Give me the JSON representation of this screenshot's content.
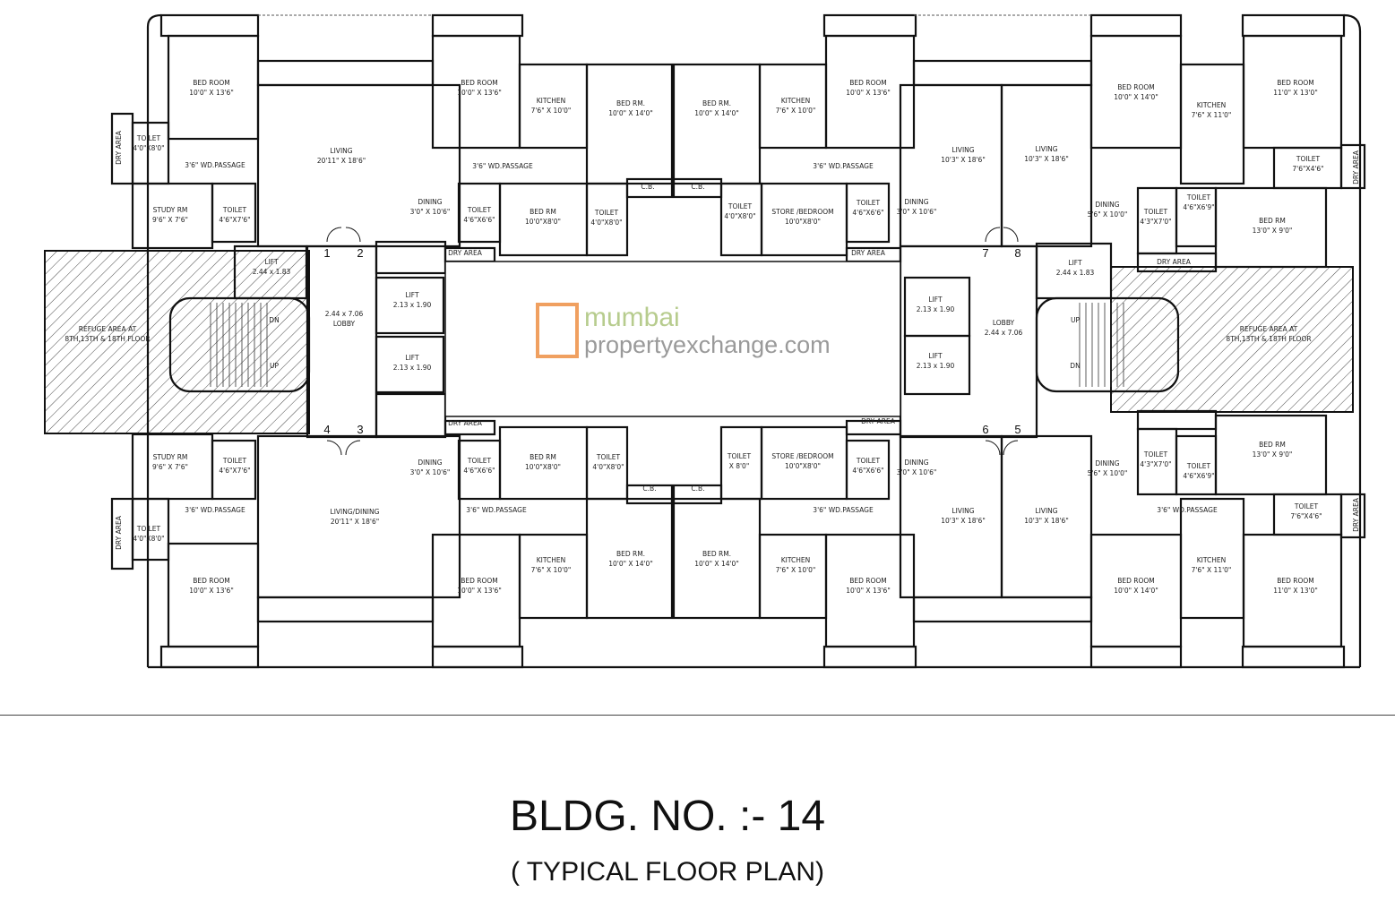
{
  "title": "BLDG. NO. :- 14",
  "subtitle": "( TYPICAL FLOOR PLAN)",
  "watermark": {
    "line1": "mumbai",
    "line2": "propertyexchange.com",
    "accent": "#f0a060"
  },
  "colors": {
    "walls": "#111111",
    "hatch": "#333333",
    "background": "#ffffff"
  },
  "core_numbers": [
    "1",
    "2",
    "3",
    "4",
    "5",
    "6",
    "7",
    "8"
  ],
  "stair_marks": {
    "up": "UP",
    "down": "DN"
  },
  "labels": [
    [
      "BED ROOM",
      "10'0\" X 13'6\""
    ],
    [
      "TOILET",
      "4'0\"X8'0\""
    ],
    [
      "DRY AREA",
      ""
    ],
    [
      "3'6\" WD.PASSAGE",
      ""
    ],
    [
      "LIVING",
      "20'11\" X 18'6\""
    ],
    [
      "STUDY RM",
      "9'6\" X 7'6\""
    ],
    [
      "TOILET",
      "4'6\"X7'6\""
    ],
    [
      "BED ROOM",
      "10'0\" X 13'6\""
    ],
    [
      "KITCHEN",
      "7'6\" X 10'0\""
    ],
    [
      "BED RM.",
      "10'0\" X 14'0\""
    ],
    [
      "3'6\" WD.PASSAGE",
      ""
    ],
    [
      "DINING",
      "3'0\" X 10'6\""
    ],
    [
      "TOILET",
      "4'6\"X6'6\""
    ],
    [
      "BED RM",
      "10'0\"X8'0\""
    ],
    [
      "TOILET",
      "4'0\"X8'0\""
    ],
    [
      "C.B.",
      ""
    ],
    [
      "C.B.",
      ""
    ],
    [
      "BED RM.",
      "10'0\" X 14'0\""
    ],
    [
      "KITCHEN",
      "7'6\" X 10'0\""
    ],
    [
      "BED ROOM",
      "10'0\" X 13'6\""
    ],
    [
      "3'6\" WD.PASSAGE",
      ""
    ],
    [
      "TOILET",
      "4'0\"X8'0\""
    ],
    [
      "STORE /BEDROOM",
      "10'0\"X8'0\""
    ],
    [
      "TOILET",
      "4'6\"X6'6\""
    ],
    [
      "DINING",
      "3'0\" X 10'6\""
    ],
    [
      "LIVING",
      "10'3\" X 18'6\""
    ],
    [
      "LIVING",
      "10'3\" X 18'6\""
    ],
    [
      "BED ROOM",
      "10'0\" X 14'0\""
    ],
    [
      "KITCHEN",
      "7'6\" X 11'0\""
    ],
    [
      "BED ROOM",
      "11'0\" X 13'0\""
    ],
    [
      "TOILET",
      "7'6\"X4'6\""
    ],
    [
      "DRY AREA",
      ""
    ],
    [
      "DINING",
      "5'6\" X 10'0\""
    ],
    [
      "TOILET",
      "4'3\"X7'0\""
    ],
    [
      "TOILET",
      "4'6\"X6'9\""
    ],
    [
      "BED RM",
      "13'0\" X 9'0\""
    ],
    [
      "DRY AREA",
      ""
    ],
    [
      "DRY AREA",
      ""
    ],
    [
      "DRY AREA",
      ""
    ],
    [
      "LIFT",
      "2.44 x 1.83"
    ],
    [
      "2.44 x 7.06",
      "LOBBY"
    ],
    [
      "LIFT",
      "2.13 x 1.90"
    ],
    [
      "LIFT",
      "2.13 x 1.90"
    ],
    [
      "REFUGE AREA AT",
      "8TH,13TH & 18TH FLOOR"
    ],
    [
      "LOBBY",
      "2.44 x 7.06"
    ],
    [
      "LIFT",
      "2.13 x 1.90"
    ],
    [
      "LIFT",
      "2.13 x 1.90"
    ],
    [
      "LIFT",
      "2.44 x 1.83"
    ],
    [
      "REFUGE AREA AT",
      "8TH,13TH & 18TH FLOOR"
    ],
    [
      "DRY AREA",
      ""
    ],
    [
      "DRY AREA",
      ""
    ],
    [
      "TOILET",
      "4'6\"X6'6\""
    ],
    [
      "BED RM",
      "10'0\"X8'0\""
    ],
    [
      "TOILET",
      "4'0\"X8'0\""
    ],
    [
      "C.B.",
      ""
    ],
    [
      "C.B.",
      ""
    ],
    [
      "TOILET",
      "X 8'0\""
    ],
    [
      "STORE /BEDROOM",
      "10'0\"X8'0\""
    ],
    [
      "TOILET",
      "4'6\"X6'6\""
    ],
    [
      "DINING",
      "3'0\" X 10'6\""
    ],
    [
      "STUDY RM",
      "9'6\" X 7'6\""
    ],
    [
      "TOILET",
      "4'6\"X7'6\""
    ],
    [
      "TOILET",
      "4'0\"X8'0\""
    ],
    [
      "DRY AREA",
      ""
    ],
    [
      "3'6\" WD.PASSAGE",
      ""
    ],
    [
      "LIVING/DINING",
      "20'11\" X 18'6\""
    ],
    [
      "3'6\" WD.PASSAGE",
      ""
    ],
    [
      "KITCHEN",
      "7'6\" X 10'0\""
    ],
    [
      "BED RM.",
      "10'0\" X 14'0\""
    ],
    [
      "BED RM.",
      "10'0\" X 14'0\""
    ],
    [
      "KITCHEN",
      "7'6\" X 10'0\""
    ],
    [
      "BED ROOM",
      "10'0\" X 13'6\""
    ],
    [
      "BED ROOM",
      "10'0\" X 13'6\""
    ],
    [
      "BED ROOM",
      "10'0\" X 13'6\""
    ],
    [
      "3'6\" WD.PASSAGE",
      ""
    ],
    [
      "DINING",
      "3'0\" X 10'6\""
    ],
    [
      "LIVING",
      "10'3\" X 18'6\""
    ],
    [
      "LIVING",
      "10'3\" X 18'6\""
    ],
    [
      "DINING",
      "5'6\" X 10'0\""
    ],
    [
      "TOILET",
      "4'3\"X7'0\""
    ],
    [
      "TOILET",
      "4'6\"X6'9\""
    ],
    [
      "BED RM",
      "13'0\" X 9'0\""
    ],
    [
      "3'6\" WD.PASSAGE",
      ""
    ],
    [
      "TOILET",
      "7'6\"X4'6\""
    ],
    [
      "DRY AREA",
      ""
    ],
    [
      "KITCHEN",
      "7'6\" X 11'0\""
    ],
    [
      "BED ROOM",
      "10'0\" X 14'0\""
    ],
    [
      "BED ROOM",
      "11'0\" X 13'0\""
    ]
  ]
}
